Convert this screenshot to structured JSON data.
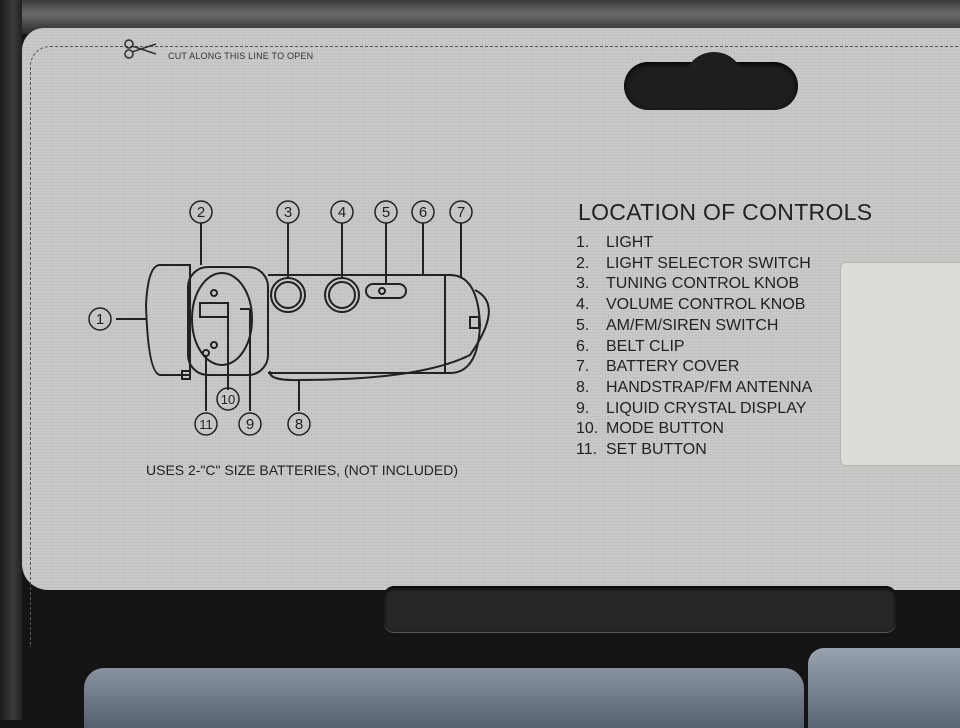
{
  "card": {
    "cut_instruction": "CUT ALONG THIS LINE TO OPEN",
    "battery_note": "USES 2-\"C\" SIZE BATTERIES, (NOT INCLUDED)"
  },
  "diagram": {
    "callouts": [
      "1",
      "2",
      "3",
      "4",
      "5",
      "6",
      "7",
      "8",
      "9",
      "10",
      "11"
    ]
  },
  "controls": {
    "heading": "LOCATION OF CONTROLS",
    "items": [
      {
        "number": "1.",
        "label": "LIGHT"
      },
      {
        "number": "2.",
        "label": "LIGHT SELECTOR SWITCH"
      },
      {
        "number": "3.",
        "label": "TUNING CONTROL KNOB"
      },
      {
        "number": "4.",
        "label": "VOLUME CONTROL KNOB"
      },
      {
        "number": "5.",
        "label": "AM/FM/SIREN SWITCH"
      },
      {
        "number": "6.",
        "label": "BELT CLIP"
      },
      {
        "number": "7.",
        "label": "BATTERY COVER"
      },
      {
        "number": "8.",
        "label": "HANDSTRAP/FM ANTENNA"
      },
      {
        "number": "9.",
        "label": "LIQUID CRYSTAL DISPLAY"
      },
      {
        "number": "10.",
        "label": "MODE BUTTON"
      },
      {
        "number": "11.",
        "label": "SET BUTTON"
      }
    ]
  },
  "icons": [
    "scissors-icon"
  ],
  "colors": {
    "card": "#c9c9c7",
    "ink": "#222222",
    "plastic": "#141414"
  }
}
